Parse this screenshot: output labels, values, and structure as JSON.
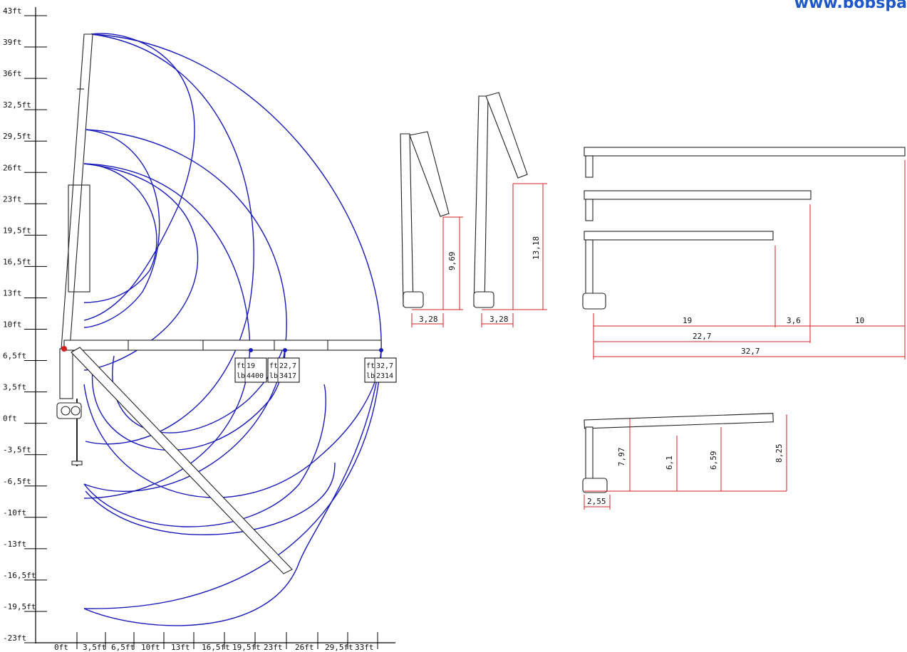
{
  "brand": {
    "text": "www.bobspa",
    "color": "#1e57c8"
  },
  "left_chart": {
    "y_ticks": [
      "43ft",
      "39ft",
      "36ft",
      "32,5ft",
      "29,5ft",
      "26ft",
      "23ft",
      "19,5ft",
      "16,5ft",
      "13ft",
      "10ft",
      "6,5ft",
      "3,5ft",
      "0ft",
      "-3,5ft",
      "-6,5ft",
      "-10ft",
      "-13ft",
      "-16,5ft",
      "-19,5ft",
      "-23ft"
    ],
    "x_ticks": [
      "0ft",
      "3,5ft",
      "6,5ft",
      "10ft",
      "13ft",
      "16,5ft",
      "19,5ft",
      "23ft",
      "26ft",
      "29,5ft",
      "33ft"
    ],
    "load_boxes": [
      {
        "ft_label": "ft",
        "ft_value": "19",
        "lb_label": "lb",
        "lb_value": "4400"
      },
      {
        "ft_label": "ft",
        "ft_value": "22,7",
        "lb_label": "lb",
        "lb_value": "3417"
      },
      {
        "ft_label": "ft",
        "ft_value": "32,7",
        "lb_label": "lb",
        "lb_value": "2314"
      }
    ],
    "arc_color": "#1a1ab8"
  },
  "folded_dims": {
    "low": {
      "height": "9,69",
      "width": "3,28"
    },
    "high": {
      "height": "13,18",
      "width": "3,28"
    }
  },
  "extension_dims": {
    "d1": "19",
    "d2": "3,6",
    "d3": "10",
    "total1": "22,7",
    "total2": "32,7"
  },
  "side_dims": {
    "base": "2,55",
    "h1": "7,97",
    "h2": "6,1",
    "h3": "6,59",
    "h4": "8,25"
  },
  "dim_color": "#d42020"
}
